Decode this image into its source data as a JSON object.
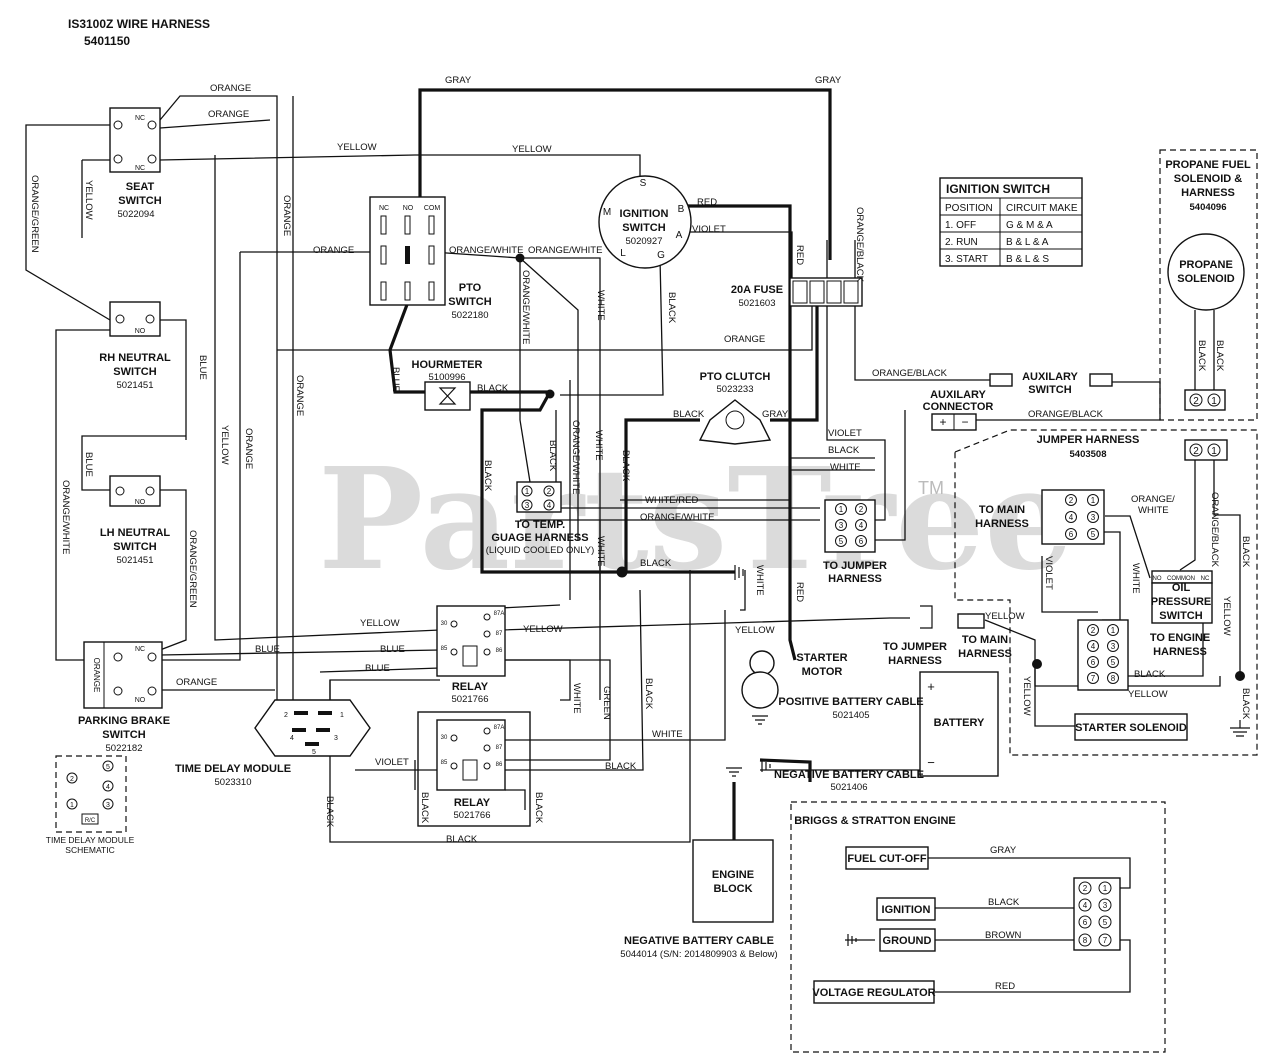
{
  "harness": {
    "title": "IS3100Z WIRE HARNESS",
    "part": "5401150"
  },
  "watermark": {
    "text": "PartsTree",
    "tm": "TM"
  },
  "seat_switch": {
    "name_line1": "SEAT",
    "name_line2": "SWITCH",
    "part": "5022094",
    "nc_top": "NC",
    "nc_bottom": "NC"
  },
  "rh_neutral": {
    "name_line1": "RH NEUTRAL",
    "name_line2": "SWITCH",
    "part": "5021451",
    "contact": "NO"
  },
  "lh_neutral": {
    "name_line1": "LH NEUTRAL",
    "name_line2": "SWITCH",
    "part": "5021451",
    "contact": "NO"
  },
  "parking_brake": {
    "name_line1": "PARKING BRAKE",
    "name_line2": "SWITCH",
    "part": "5022182",
    "contact_nc": "NC",
    "contact_no": "NO",
    "side_label": "ORANGE"
  },
  "pto_switch": {
    "name_line1": "PTO",
    "name_line2": "SWITCH",
    "part": "5022180",
    "nc": "NC",
    "no": "NO",
    "com": "COM"
  },
  "ignition_switch": {
    "name_line1": "IGNITION",
    "name_line2": "SWITCH",
    "part": "5020927",
    "terminals": {
      "s": "S",
      "m": "M",
      "b": "B",
      "a": "A",
      "l": "L",
      "g": "G"
    }
  },
  "ignition_table": {
    "title": "IGNITION SWITCH",
    "col1": "POSITION",
    "col2": "CIRCUIT MAKE",
    "rows": [
      {
        "position": "1. OFF",
        "circuit": "G & M & A"
      },
      {
        "position": "2. RUN",
        "circuit": "B & L & A"
      },
      {
        "position": "3. START",
        "circuit": "B & L & S"
      }
    ]
  },
  "propane": {
    "line1": "PROPANE FUEL",
    "line2": "SOLENOID &",
    "line3": "HARNESS",
    "part": "5404096",
    "solenoid_line1": "PROPANE",
    "solenoid_line2": "SOLENOID"
  },
  "fuse": {
    "name": "20A FUSE",
    "part": "5021603"
  },
  "hourmeter": {
    "name": "HOURMETER",
    "part": "5100996"
  },
  "pto_clutch": {
    "name": "PTO CLUTCH",
    "part": "5023233"
  },
  "temp_gauge": {
    "line1": "TO TEMP.",
    "line2": "GUAGE HARNESS",
    "line3": "(LIQUID COOLED ONLY)"
  },
  "to_jumper_1": {
    "line1": "TO JUMPER",
    "line2": "HARNESS"
  },
  "to_jumper_2": {
    "line1": "TO JUMPER",
    "line2": "HARNESS"
  },
  "aux_connector": {
    "line1": "AUXILARY",
    "line2": "CONNECTOR"
  },
  "aux_switch": {
    "line1": "AUXILARY",
    "line2": "SWITCH"
  },
  "jumper_harness": {
    "name": "JUMPER HARNESS",
    "part": "5403508"
  },
  "to_main_1": {
    "line1": "TO MAIN",
    "line2": "HARNESS"
  },
  "to_main_2": {
    "line1": "TO MAIN",
    "line2": "HARNESS"
  },
  "oil_switch": {
    "line1": "OIL",
    "line2": "PRESSURE",
    "line3": "SWITCH",
    "no": "NO",
    "common": "COMMON",
    "nc": "NC"
  },
  "to_engine": {
    "line1": "TO ENGINE",
    "line2": "HARNESS"
  },
  "starter_solenoid": {
    "name": "STARTER SOLENOID"
  },
  "starter_motor": {
    "line1": "STARTER",
    "line2": "MOTOR"
  },
  "pos_cable": {
    "name": "POSITIVE BATTERY CABLE",
    "part": "5021405"
  },
  "neg_cable": {
    "name": "NEGATIVE BATTERY CABLE",
    "part": "5021406"
  },
  "neg_cable2": {
    "name": "NEGATIVE BATTERY CABLE",
    "part": "5044014 (S/N: 2014809903 & Below)"
  },
  "battery": {
    "name": "BATTERY",
    "plus": "+",
    "minus": "−"
  },
  "relay1": {
    "name": "RELAY",
    "part": "5021766"
  },
  "relay2": {
    "name": "RELAY",
    "part": "5021766"
  },
  "relay_pins": {
    "p87a": "87A",
    "p30": "30",
    "p87": "87",
    "p85": "85",
    "p86": "86"
  },
  "time_delay": {
    "line1": "TIME DELAY MODULE",
    "part": "5023310"
  },
  "tdm_schematic": {
    "line1": "TIME DELAY MODULE",
    "line2": "SCHEMATIC",
    "rc": "R/C"
  },
  "engine_block": {
    "line1": "ENGINE",
    "line2": "BLOCK"
  },
  "briggs": {
    "title": "BRIGGS & STRATTON ENGINE",
    "fuel": "FUEL CUT-OFF",
    "ignition": "IGNITION",
    "ground": "GROUND",
    "regulator": "VOLTAGE REGULATOR"
  },
  "wires": {
    "gray": "GRAY",
    "orange": "ORANGE",
    "yellow": "YELLOW",
    "blue": "BLUE",
    "black": "BLACK",
    "red": "RED",
    "violet": "VIOLET",
    "white": "WHITE",
    "green": "GREEN",
    "brown": "BROWN",
    "orange_white": "ORANGE/WHITE",
    "orange_green": "ORANGE/GREEN",
    "orange_black": "ORANGE/BLACK",
    "white_red": "WHITE/RED",
    "orange_slash": "ORANGE/",
    "white_word": "WHITE"
  }
}
